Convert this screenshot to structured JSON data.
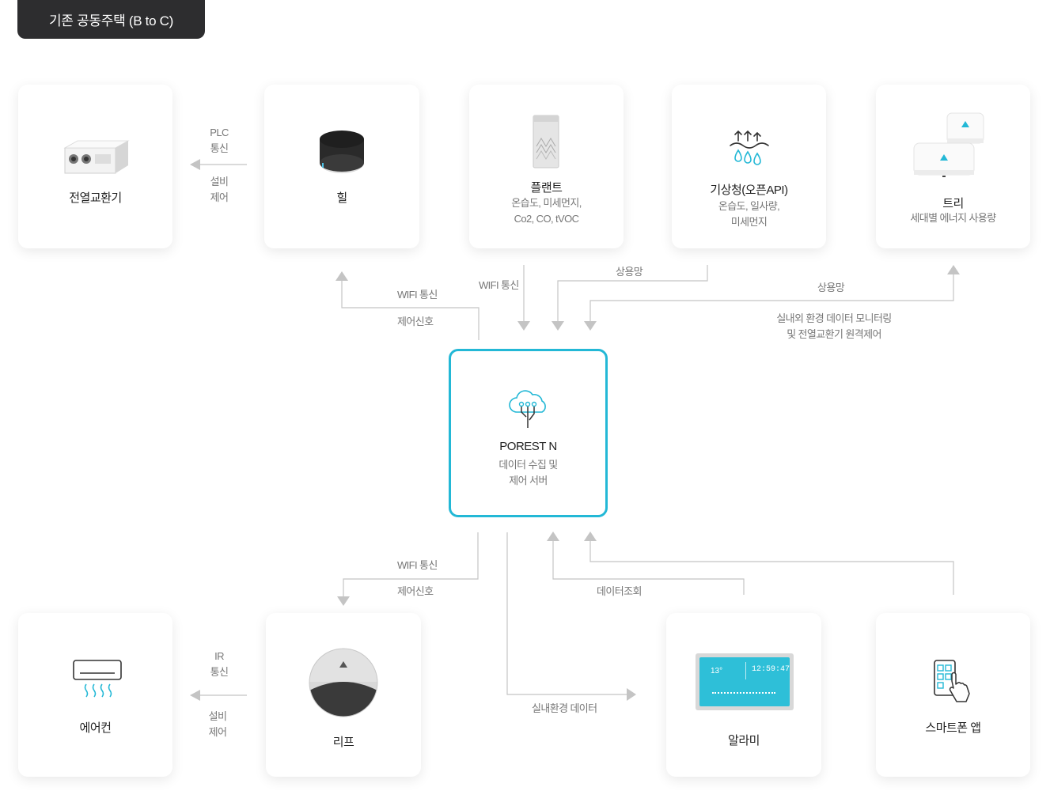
{
  "header": {
    "badge": "기존 공동주택 (B to C)"
  },
  "devices": {
    "erv": {
      "title": "전열교환기"
    },
    "heal": {
      "title": "힐"
    },
    "plant": {
      "title": "플랜트",
      "sub1": "온습도, 미세먼지,",
      "sub2": "Co2, CO, tVOC"
    },
    "weather": {
      "title": "기상청(오픈API)",
      "sub1": "온습도, 일사량,",
      "sub2": "미세먼지"
    },
    "tree": {
      "title": "트리",
      "sub1": "세대별 에너지 사용량"
    },
    "aircon": {
      "title": "에어컨"
    },
    "leaf": {
      "title": "리프"
    },
    "alami": {
      "title": "알라미",
      "screen_temp": "13°",
      "screen_time": "12:59:47"
    },
    "smartphone": {
      "title": "스마트폰 앱"
    }
  },
  "server": {
    "title": "POREST N",
    "sub1": "데이터 수집 및",
    "sub2": "제어 서버"
  },
  "labels": {
    "plc1": "PLC",
    "plc2": "통신",
    "ctrl1_a": "설비",
    "ctrl1_b": "제어",
    "wifi_top": "WIFI 통신",
    "signal_top": "제어신호",
    "wifi_plant": "WIFI 통신",
    "commercial1": "상용망",
    "commercial2": "상용망",
    "monitor1": "실내외 환경 데이터 모니터링",
    "monitor2": "및 전열교환기 원격제어",
    "wifi_bottom": "WIFI 통신",
    "signal_bottom": "제어신호",
    "data_query": "데이터조회",
    "ir1": "IR",
    "ir2": "통신",
    "ctrl2_a": "설비",
    "ctrl2_b": "제어",
    "indoor_data": "실내환경 데이터"
  },
  "colors": {
    "accent": "#23b8d6",
    "line": "#c4c4c4",
    "badge_bg": "#2d2d2f"
  }
}
